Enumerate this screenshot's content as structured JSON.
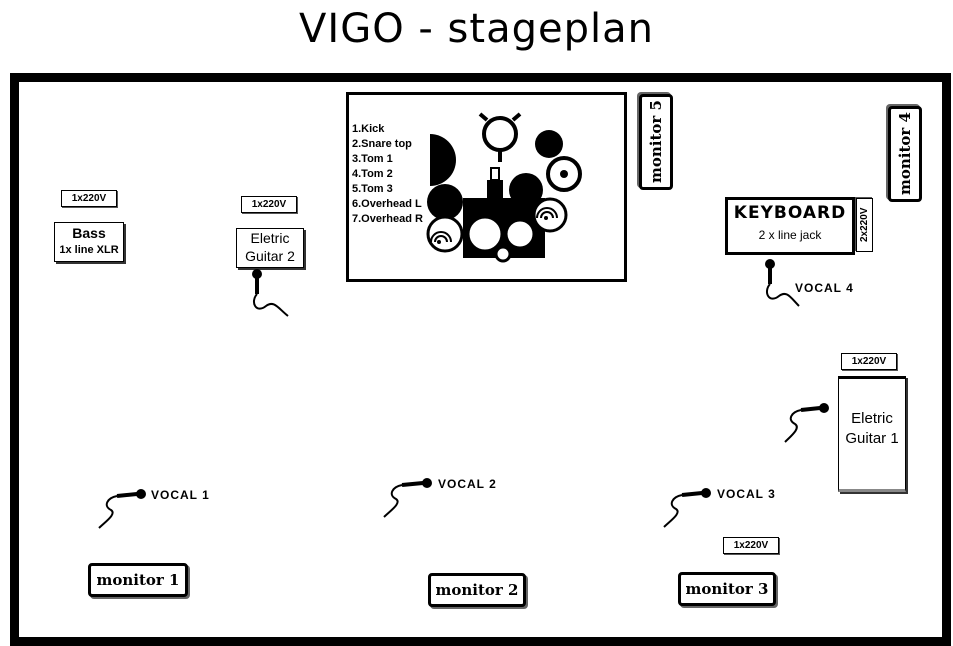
{
  "title": "VIGO - stageplan",
  "power": {
    "bass": "1x220V",
    "guitar2": "1x220V",
    "keyboard": "2x220V",
    "guitar1": "1x220V",
    "vocal3": "1x220V"
  },
  "bass": {
    "name": "Bass",
    "sub": "1x line XLR"
  },
  "guitar2": {
    "line1": "Eletric",
    "line2": "Guitar 2"
  },
  "guitar1": {
    "line1": "Eletric",
    "line2": "Guitar 1"
  },
  "keyboard": {
    "name": "KEYBOARD",
    "sub": "2 x line jack"
  },
  "drums": {
    "inputs": [
      "1.Kick",
      "2.Snare top",
      "3.Tom 1",
      "4.Tom 2",
      "5.Tom 3",
      "6.Overhead L",
      "7.Overhead R"
    ]
  },
  "vocals": {
    "v1": "VOCAL  1",
    "v2": "VOCAL  2",
    "v3": "VOCAL  3",
    "v4": "VOCAL 4"
  },
  "monitors": {
    "m1": "monitor 1",
    "m2": "monitor 2",
    "m3": "monitor 3",
    "m4": "monitor 4",
    "m5": "monitor 5"
  }
}
